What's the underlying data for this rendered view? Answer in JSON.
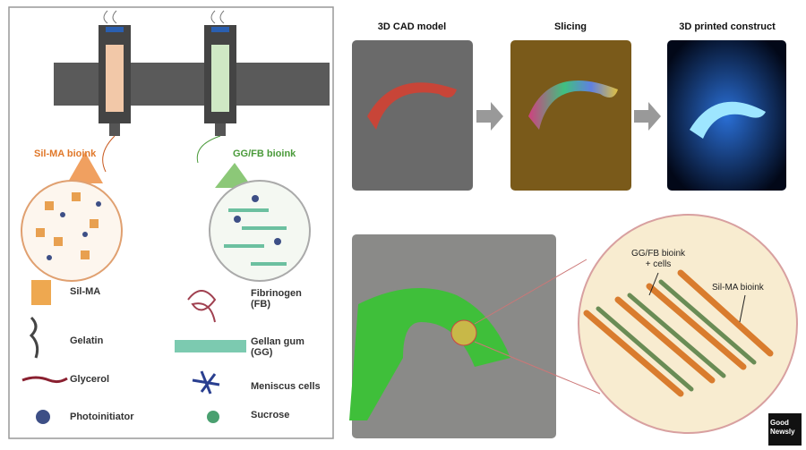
{
  "left_panel": {
    "silma_label": "Sil-MA bioink",
    "ggfb_label": "GG/FB bioink",
    "legend": [
      {
        "label": "Sil-MA",
        "icon": "silma-scaffold-icon"
      },
      {
        "label": "Fibrinogen\n(FB)",
        "icon": "fibrinogen-protein-icon"
      },
      {
        "label": "Gelatin",
        "icon": "gelatin-protein-icon"
      },
      {
        "label": "Gellan gum\n(GG)",
        "icon": "gellan-gum-icon"
      },
      {
        "label": "Glycerol",
        "icon": "glycerol-chain-icon"
      },
      {
        "label": "Meniscus cells",
        "icon": "meniscus-cell-icon"
      },
      {
        "label": "Photoinitiator",
        "icon": "photoinitiator-dot-icon"
      },
      {
        "label": "Sucrose",
        "icon": "sucrose-dot-icon"
      }
    ]
  },
  "workflow": {
    "step1": "3D CAD model",
    "step2": "Slicing",
    "step3": "3D printed construct"
  },
  "detail": {
    "ggfb_label": "GG/FB bioink",
    "cells_label": "+ cells",
    "silma_label": "Sil-MA bioink"
  },
  "logo": {
    "line1": "Good",
    "line2": "Newsly"
  },
  "colors": {
    "orange": "#e0782a",
    "green": "#5aa64a",
    "panel_border": "#999999"
  }
}
